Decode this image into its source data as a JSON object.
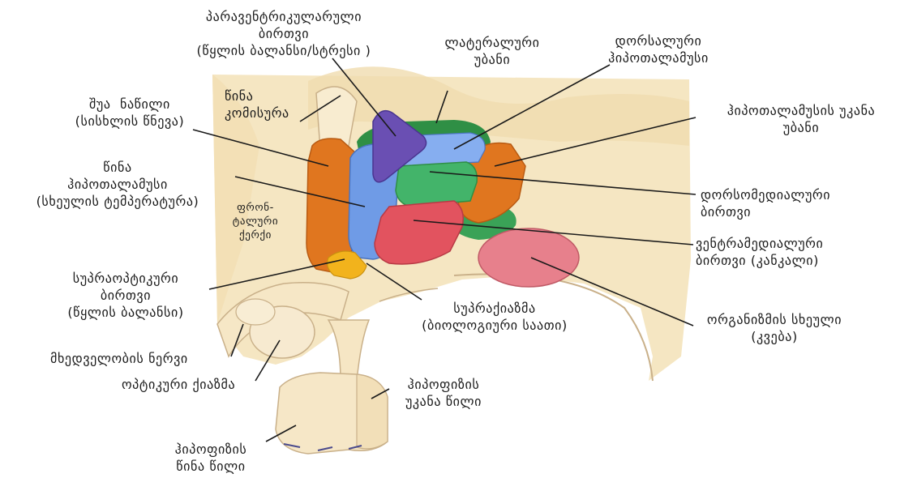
{
  "labels": {
    "paraventricular": "პარავენტრიკულარული\nბირთვი\n(წყლის ბალანსი/სტრესი )",
    "lateral_area": "ლატერალური\nუბანი",
    "dorsal_hypothalamus": "დორსალური\nჰიპოთალამუსი",
    "middle_part": "შუა  ნაწილი\n(სისხლის წნევა)",
    "anterior_commissure": "წინა\nკომისურა",
    "posterior_hypothalamus_area": "ჰიპოთალამუსის უკანა\nუბანი",
    "anterior_hypothalamus": "წინა\nჰიპოთალამუსი\n(სხეულის ტემპერატურა)",
    "frontal_lobe": "ფრონ-\nტალური\nქერქი",
    "dorsomedial_nucleus": "დორსომედიალური\nბირთვი",
    "ventromedial_nucleus": "ვენტრამედიალური\nბირთვი (კანკალი)",
    "supraoptic_nucleus": "სუპრაოპტიკური\nბირთვი\n(წყლის ბალანსი)",
    "suprachiasmatic": "სუპრაქიაზმა\n(ბიოლოგიური საათი)",
    "mammillary_body": "ორგანიზმის სხეული\n(კვება)",
    "optic_nerve": "მხედველობის ნერვი",
    "optic_chiasm": "ოპტიკური ქიაზმა",
    "posterior_pituitary": "ჰიპოფიზის\nუკანა წილი",
    "anterior_pituitary": "ჰიპოფიზის\nწინა წილი"
  },
  "colors": {
    "tissue": "#f6e7c4",
    "tissue_dark": "#e9d3a2",
    "outline": "#b8a07a",
    "orange": "#e0761f",
    "blue": "#6f9be6",
    "purple": "#6a4fb3",
    "green": "#43b46a",
    "dark_green": "#2f8f45",
    "red": "#e2535f",
    "pink": "#e7808c",
    "yellow": "#f2b31c"
  }
}
